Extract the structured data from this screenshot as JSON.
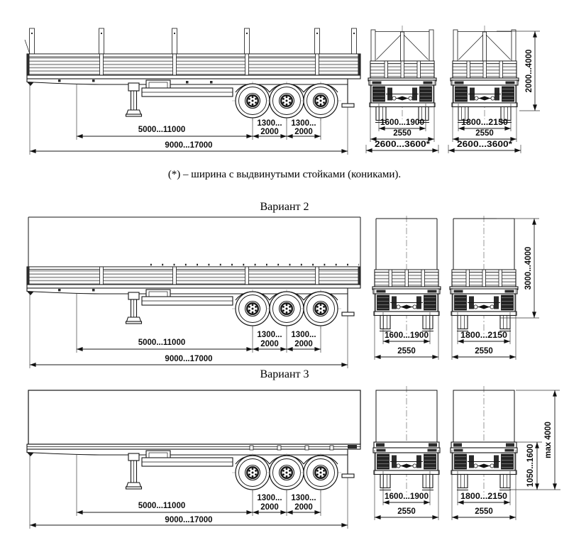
{
  "note": "(*) – ширина с выдвинутыми стойками (кониками).",
  "variants": [
    {
      "side": {
        "length_inner": "5000...11000",
        "length_overall": "9000...17000",
        "axle_gap_line1": "1300...",
        "axle_gap_line2": "2000"
      },
      "rear1": {
        "track": "1600...1900",
        "width": "2550",
        "width_extended": "2600...3600*"
      },
      "rear2": {
        "track": "1800...2150",
        "width": "2550",
        "width_extended": "2600...3600*"
      },
      "height_overall": "2000...4000"
    },
    {
      "title": "Вариант 2",
      "side": {
        "length_inner": "5000...11000",
        "length_overall": "9000...17000",
        "axle_gap_line1": "1300...",
        "axle_gap_line2": "2000"
      },
      "rear1": {
        "track": "1600...1900",
        "width": "2550"
      },
      "rear2": {
        "track": "1800...2150",
        "width": "2550"
      },
      "height_overall": "3000...4000"
    },
    {
      "title": "Вариант 3",
      "side": {
        "length_inner": "5000...11000",
        "length_overall": "9000...17000",
        "axle_gap_line1": "1300...",
        "axle_gap_line2": "2000"
      },
      "rear1": {
        "track": "1600...1900",
        "width": "2550"
      },
      "rear2": {
        "track": "1800...2150",
        "width": "2550"
      },
      "height_floor": "1050...1600",
      "height_overall": "max 4000"
    }
  ]
}
